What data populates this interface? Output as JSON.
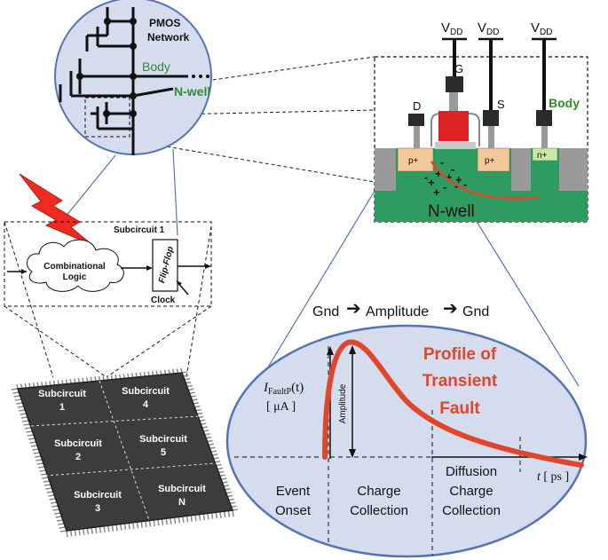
{
  "pmos_zoom": {
    "pmos_network_label": [
      "PMOS",
      "Network"
    ],
    "body_label": "Body",
    "nwell_label": "N-well"
  },
  "device": {
    "vdd_main": "V",
    "vdd_sub": "DD",
    "gate_label": "G",
    "drain_label": "D",
    "source_label": "S",
    "body_label": "Body",
    "pplus_label": "p+",
    "nplus_label": "n+",
    "nwell_label": "N-well",
    "charge_minus": "-",
    "charge_plus": "+"
  },
  "subcircuit1": {
    "title": "Subcircuit 1",
    "cloud_label": [
      "Combinational",
      "Logic"
    ],
    "flipflop_label": "Flip-Flop",
    "clock_label": "Clock"
  },
  "chip": {
    "cells": [
      {
        "name": "Subcircuit",
        "index": "1"
      },
      {
        "name": "Subcircuit",
        "index": "4"
      },
      {
        "name": "Subcircuit",
        "index": "2"
      },
      {
        "name": "Subcircuit",
        "index": "5"
      },
      {
        "name": "Subcircuit",
        "index": "3"
      },
      {
        "name": "Subcircuit",
        "index": "N"
      }
    ]
  },
  "transient": {
    "sequence": {
      "gnd1": "Gnd",
      "amplitude": "Amplitude",
      "gnd2": "Gnd"
    },
    "profile_title": [
      "Profile of",
      "Transient",
      "Fault"
    ],
    "ylabel": {
      "symbol": "I",
      "subscript": "FaultP",
      "arg": "(t)",
      "unit": "[ μA ]"
    },
    "xlabel": {
      "symbol": "t",
      "unit": "[ ps ]"
    },
    "amplitude_label": "Amplitude",
    "phases": [
      {
        "lines": [
          "Event",
          "Onset"
        ]
      },
      {
        "lines": [
          "Charge",
          "Collection"
        ]
      },
      {
        "lines": [
          "Diffusion",
          "Charge",
          "Collection"
        ]
      }
    ]
  },
  "colors": {
    "accent_red": "#e0462c",
    "nwell_green": "#2e9c60",
    "zoom_fill": "#d5dcee",
    "zoom_stroke": "#5474b4",
    "chip_dark": "#3c3c3c",
    "pplus": "#f3c99b",
    "nplus": "#c9e8a6",
    "label_green": "#2f8c2f"
  }
}
